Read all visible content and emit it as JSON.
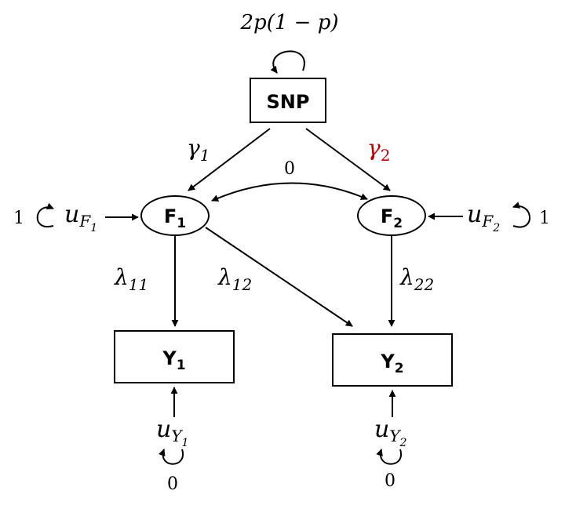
{
  "nodes": {
    "snp": "SNP",
    "f1": {
      "main": "F",
      "sub": "1"
    },
    "f2": {
      "main": "F",
      "sub": "2"
    },
    "y1": {
      "main": "Y",
      "sub": "1"
    },
    "y2": {
      "main": "Y",
      "sub": "2"
    }
  },
  "labels": {
    "snp_variance": {
      "a": "2",
      "p1": "p",
      "mid": "(1 − ",
      "p2": "p",
      "end": ")"
    },
    "gamma1": {
      "main": "γ",
      "sub": "1"
    },
    "gamma2": {
      "main": "γ",
      "sub": "2"
    },
    "factor_covariance": "0",
    "lambda11": {
      "main": "λ",
      "sub": "11"
    },
    "lambda12": {
      "main": "λ",
      "sub": "12"
    },
    "lambda22": {
      "main": "λ",
      "sub": "22"
    },
    "uf1": {
      "main": "u",
      "sub": "F",
      "subsub": "1"
    },
    "uf2": {
      "main": "u",
      "sub": "F",
      "subsub": "2"
    },
    "uf1_variance": "1",
    "uf2_variance": "1",
    "uy1": {
      "main": "u",
      "sub": "Y",
      "subsub": "1"
    },
    "uy2": {
      "main": "u",
      "sub": "Y",
      "subsub": "2"
    },
    "uy1_variance": "0",
    "uy2_variance": "0"
  },
  "colors": {
    "highlight": "#c00000",
    "line": "#000000"
  }
}
